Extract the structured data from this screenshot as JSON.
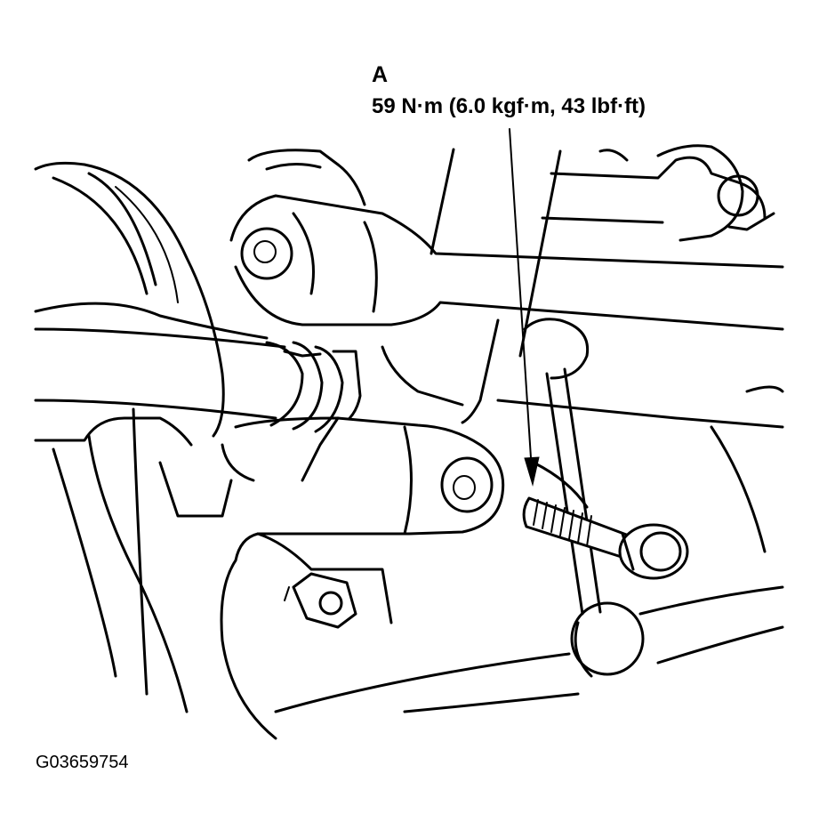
{
  "callout": {
    "letter": "A",
    "torque_spec": "59 N·m (6.0 kgf·m, 43 lbf·ft)"
  },
  "figure_id": "G03659754"
}
